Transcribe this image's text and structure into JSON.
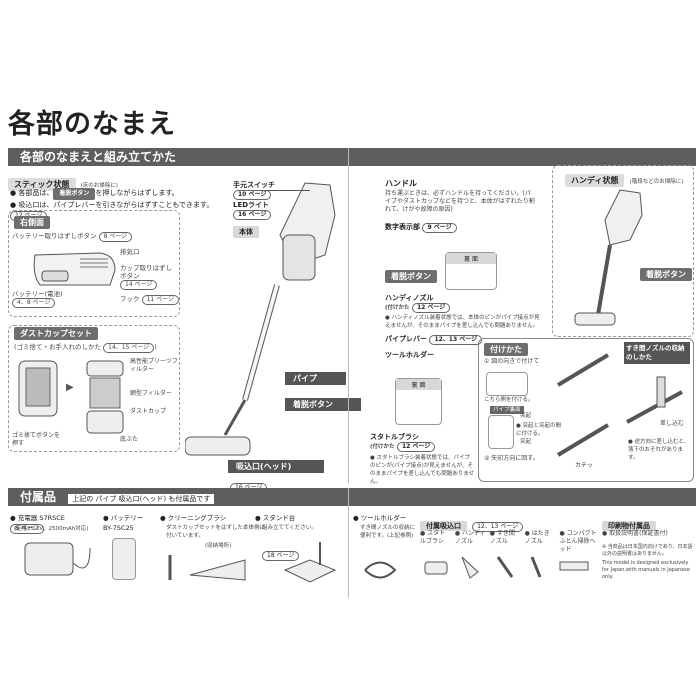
{
  "page": {
    "title": "各部のなまえ"
  },
  "section1": {
    "header": "各部のなまえと組み立てかた",
    "stick": {
      "tag": "スティック状態",
      "tag_note": "(床のお掃除に)",
      "bullet1": "● 各部品は、",
      "bullet1_tag": "着脱ボタン",
      "bullet1_rest": "を押しながらはずします。",
      "bullet2": "● 吸込口は、パイプレバーを引きながらはずすこともできます。",
      "bullet2_page": "12 ページ"
    },
    "right_side": {
      "tag": "右側面",
      "battery_release": "バッテリー取りはずしボタン",
      "battery_release_page": "8 ページ",
      "exhaust": "排気口",
      "cup_release": "カップ取りはずしボタン",
      "cup_release_page": "14 ページ",
      "battery": "バッテリー(電池)",
      "battery_page": "4、8 ページ",
      "hook": "フック",
      "hook_page": "11 ページ"
    },
    "dustcup": {
      "tag": "ダストカップセット",
      "note": "(ゴミ捨て・お手入れのしかた",
      "note_page": "14、15 ページ",
      "pleat_filter": "高性能プリーツフィルター",
      "mesh_filter": "網型フィルター",
      "cup": "ダストカップ",
      "trash_button": "ゴミ捨てボタンを押す",
      "lid": "底ぶた"
    },
    "labels": {
      "hand_switch": "手元スイッチ",
      "hand_switch_page": "10 ページ",
      "led": "LEDライト",
      "led_page": "16 ページ",
      "body": "本体",
      "handle": "ハンドル",
      "handle_desc": "持ち運ぶときは、必ずハンドルを持ってください。(パイプやダストカップなどを持つと、本体がはずれたり割れて、けがや故障の原因)",
      "display": "数字表示部",
      "display_page": "9 ページ",
      "release_button": "着脱ボタン",
      "back": "裏 面",
      "handy_nozzle": "ハンディノズル",
      "handy_nozzle_sub": "(付けかた",
      "handy_nozzle_page": "12 ページ",
      "handy_nozzle_note": "● ハンディノズル装着状態では、本体のピンがパイプ接点が見えませんが、そのままパイプを差し込んでも問題ありません。",
      "pipe_lever": "パイプレバー",
      "pipe_lever_page": "12、13 ページ",
      "tool_holder": "ツールホルダー",
      "pipe": "パイプ",
      "release_button2": "着脱ボタン",
      "back2": "裏 面",
      "stick_brush": "スタトルブラシ",
      "stick_brush_sub": "(付けかた",
      "stick_brush_page": "12 ページ",
      "stick_brush_note": "● スタトルブラシ装着状態では、パイプのピンが(パイプ接点)が見えませんが、そのままパイプを差し込んでも問題ありません。",
      "head": "吸込口(ヘッド)",
      "head_page": "16 ページ"
    },
    "handy": {
      "tag": "ハンディ状態",
      "tag_note": "(階段などのお掃除に)",
      "release_button": "着脱ボタン"
    },
    "attach": {
      "title": "付けかた",
      "step1": "① 図の向きで付けて",
      "step1_note": "こちら側を付ける。",
      "pipe_back": "パイプ裏面",
      "protrusion": "突起",
      "protrusion_note": "● 突起と突起の間に付ける。",
      "protrusion2": "突起",
      "step2": "② 矢印方向に回す。",
      "click": "カチッ",
      "storage_title": "すき間ノズルの収納のしかた",
      "insert": "差し込む",
      "storage_note": "● 途方向に差し込むと、落下のおそれがあります。"
    }
  },
  "section2": {
    "header": "付属品",
    "header_note": "上記の パイプ 吸込口(ヘッド) も付属品です",
    "charger": "● 充電器",
    "charger_model": "S7RSCE",
    "charger_page": "8 ページ",
    "charger_spec": "(定格25.2V、2500mAh対応)",
    "battery": "● バッテリー",
    "battery_model": "BY-7SC25",
    "brush": "● クリーニングブラシ",
    "brush_desc": "ダストカップセットをはずした本体側に付いています。",
    "brush_pos": "(収納場所)",
    "stand": "● スタンド台",
    "stand_desc": "組み立ててください。",
    "stand_page": "18 ページ",
    "holder": "● ツールホルダー",
    "holder_desc": "すき間ノズルの収納に便利です。(上記参照)",
    "nozzles_title": "付属吸込口",
    "nozzles_page": "12、13 ページ",
    "nozzles": [
      "● スタトルブラシ",
      "● ハンディノズル",
      "● すき間ノズル",
      "● はたきノズル",
      "● コンパクトふとん掃除ヘッド"
    ],
    "print_title": "印刷物付属品",
    "print1": "● 取扱説明書(保証書付)",
    "print_note1": "※ 当商品は日本国内向けであり、日本語以外の説明書はありません。",
    "print_note2": "This model is designed exclusively for Japan,with manuals in Japanese only."
  }
}
